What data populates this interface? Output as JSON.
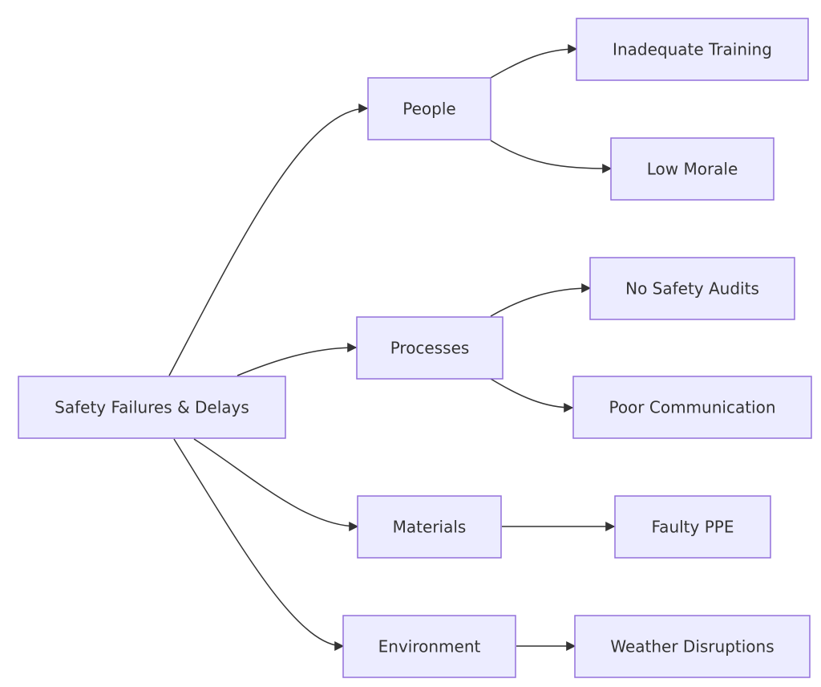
{
  "diagram": {
    "root": {
      "label": "Safety Failures & Delays"
    },
    "categories": [
      {
        "label": "People",
        "causes": [
          {
            "label": "Inadequate Training"
          },
          {
            "label": "Low Morale"
          }
        ]
      },
      {
        "label": "Processes",
        "causes": [
          {
            "label": "No Safety Audits"
          },
          {
            "label": "Poor Communication"
          }
        ]
      },
      {
        "label": "Materials",
        "causes": [
          {
            "label": "Faulty PPE"
          }
        ]
      },
      {
        "label": "Environment",
        "causes": [
          {
            "label": "Weather Disruptions"
          }
        ]
      }
    ],
    "colors": {
      "node_fill": "#ECECFF",
      "node_border": "#9370DB",
      "edge": "#333333",
      "text": "#333333"
    }
  }
}
